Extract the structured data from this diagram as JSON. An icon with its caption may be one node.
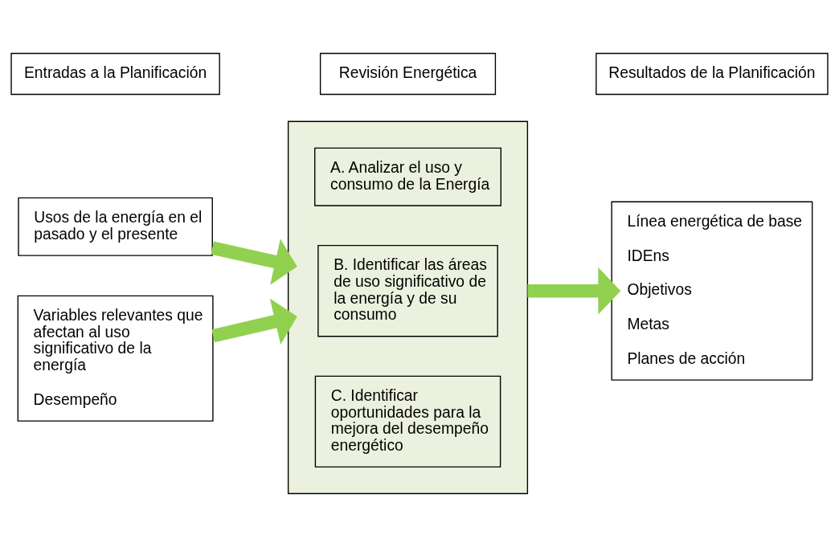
{
  "diagram": {
    "nodes": [
      {
        "text": [
          "Entradas a la Planificación"
        ]
      },
      {
        "text": [
          "Revisión Energética"
        ]
      },
      {
        "text": [
          "Resultados de la Planificación"
        ]
      },
      {
        "text": [
          "Usos de la energía en el pasado y el presente"
        ]
      },
      {
        "text": [],
        "shape": "box"
      },
      {
        "text": [
          "A. Analizar el uso y consumo de la Energía"
        ],
        "in": 4
      },
      {
        "text": [
          "B. Identificar las áreas de uso significativo de la energía y de su consumo"
        ],
        "in": 4
      },
      {
        "text": [
          "C. Identificar oportunidades para la mejora del desempeño energético"
        ],
        "in": 4
      },
      {
        "text": [
          "Variables relevantes que afectan al uso significativo de la energía",
          "Desempeño"
        ]
      },
      {
        "text": [
          "Línea energética de base",
          "IDEns",
          "Objetivos",
          "Metas",
          "Planes de acción"
        ]
      }
    ],
    "edges": [
      {
        "from": 3,
        "to": 4,
        "arrow": "to"
      },
      {
        "from": 8,
        "to": 4,
        "arrow": "to"
      },
      {
        "from": 4,
        "to": 9,
        "arrow": "to"
      }
    ]
  }
}
